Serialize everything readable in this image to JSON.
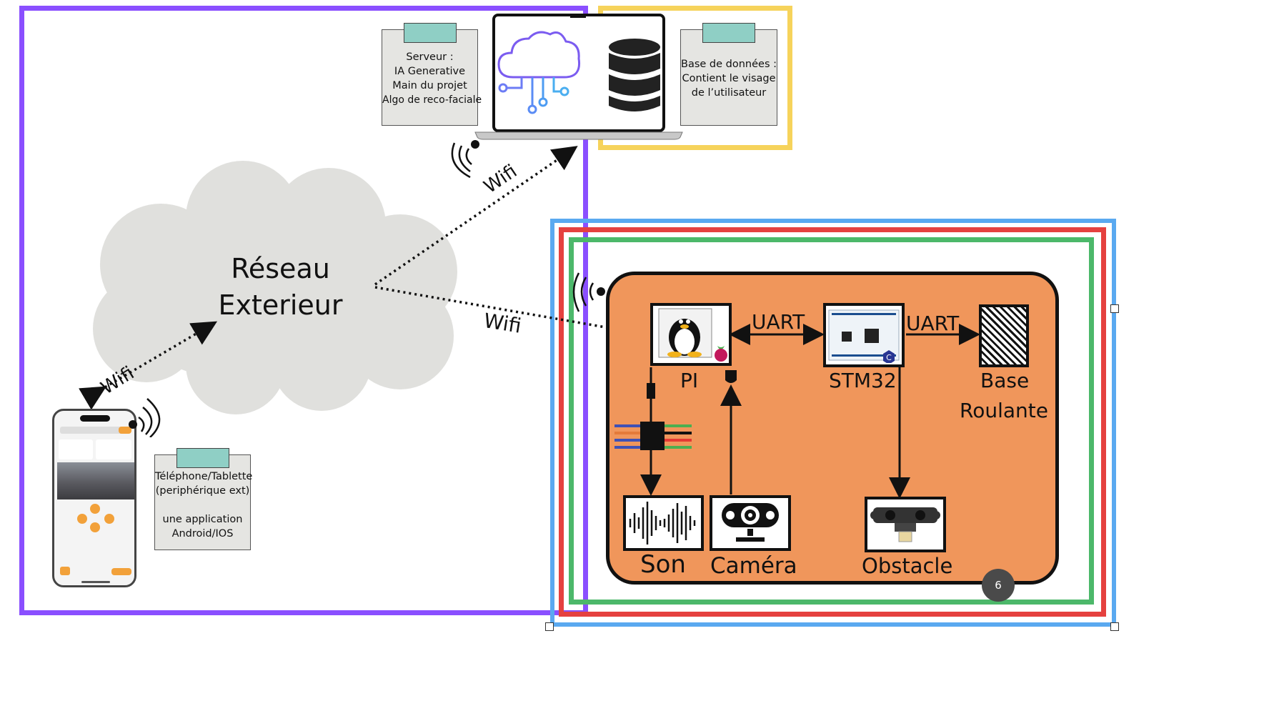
{
  "server_note": {
    "lines": [
      "Serveur :",
      "IA Generative",
      "Main du projet",
      "Algo de reco-faciale"
    ]
  },
  "db_note": {
    "lines": [
      "Base de données :",
      "Contient le visage",
      "de l’utilisateur"
    ]
  },
  "cloud": {
    "line1": "Réseau",
    "line2": "Exterieur"
  },
  "links": {
    "wifi_server": "Wifi",
    "wifi_robot": "Wifi",
    "wifi_phone": "Wifi"
  },
  "phone_note": {
    "lines": [
      "Téléphone/Tablette",
      "(periphérique ext)",
      "",
      "une application",
      "Android/IOS"
    ]
  },
  "robot": {
    "pi": "PI",
    "stm32": "STM32",
    "base_line1": "Base",
    "base_line2": "Roulante",
    "uart1": "UART",
    "uart2": "UART",
    "son": "Son",
    "camera": "Caméra",
    "obstacle": "Obstacle"
  },
  "page_badge": "6",
  "colors": {
    "purple": "#8a4fff",
    "yellow": "#f6d35b",
    "blue": "#5aa9f0",
    "red": "#e5413f",
    "green": "#4cb86a",
    "robot_fill": "#f0965b",
    "cloud": "#e0e0dd"
  }
}
